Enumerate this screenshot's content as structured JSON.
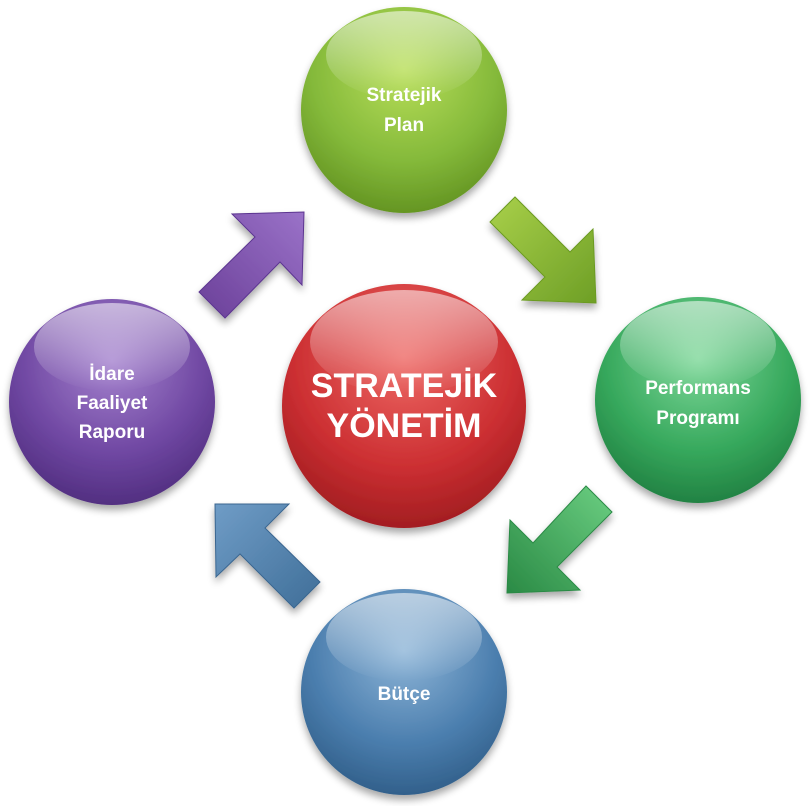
{
  "center": {
    "label_line1": "STRATEJİK",
    "label_line2": "YÖNETİM",
    "color": "#c8282e"
  },
  "nodes": {
    "strategic_plan": {
      "line1": "Stratejik",
      "line2": "Plan",
      "color": "#7fb52e"
    },
    "performance_program": {
      "line1": "Performans",
      "line2": "Programı",
      "color": "#2f9e55"
    },
    "budget": {
      "line1": "Bütçe",
      "color": "#3a6f9c"
    },
    "activity_report": {
      "line1": "İdare",
      "line2": "Faaliyet",
      "line3": "Raporu",
      "color": "#6a3f98"
    }
  },
  "arrows": {
    "plan_to_program": "#8ab832",
    "program_to_budget": "#3ea65a",
    "budget_to_report": "#4a7aa6",
    "report_to_plan": "#7c4aa6"
  }
}
